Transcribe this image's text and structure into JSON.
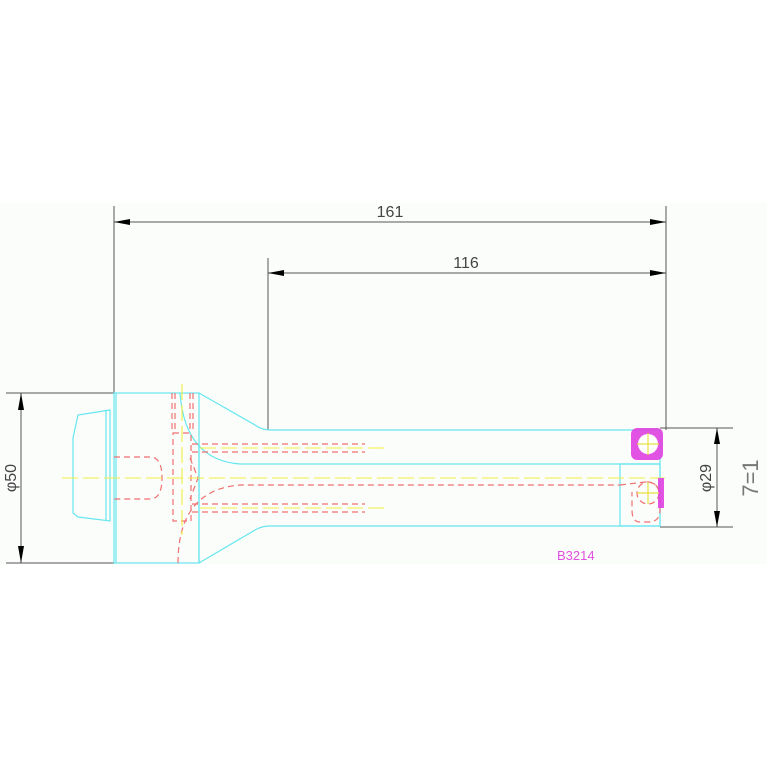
{
  "drawing": {
    "part_number": "B3214",
    "scale_label": "7=1",
    "colors": {
      "outline": "#66e6f0",
      "hidden_line": "#f07070",
      "center_line": "#f0ee40",
      "marker": "#e040e0",
      "dimension": "#555555",
      "background": "#fbfdfb"
    }
  },
  "dimensions": {
    "overall_length": "161",
    "shaft_length": "116",
    "head_diameter": "φ50",
    "shaft_diameter": "φ29"
  }
}
